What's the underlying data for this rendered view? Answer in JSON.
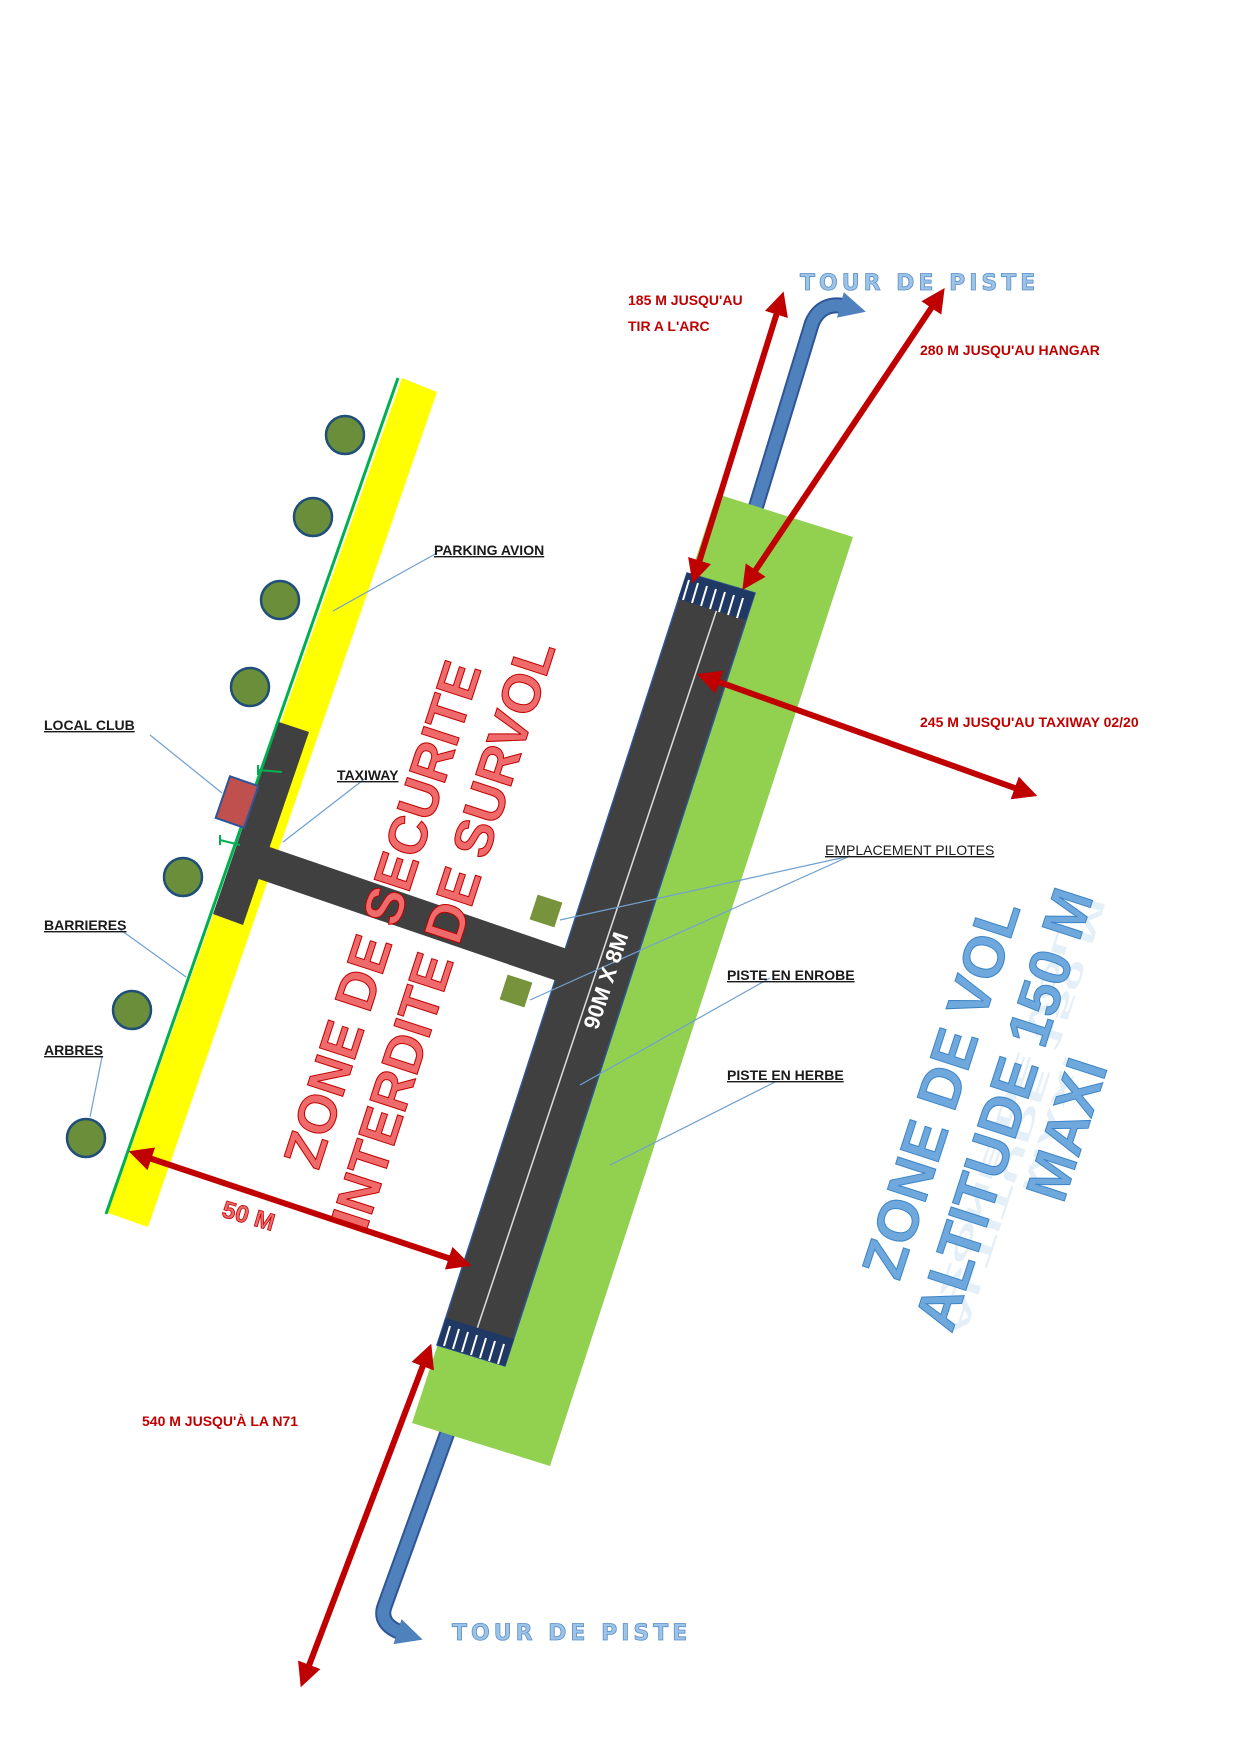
{
  "labels": {
    "parking_avion": "PARKING AVION",
    "local_club": "LOCAL CLUB",
    "taxiway": "TAXIWAY",
    "barrieres": "BARRIERES",
    "arbres": "ARBRES",
    "emplacement_pilotes": "EMPLACEMENT PILOTES",
    "piste_en_enrobe": "PISTE EN ENROBE",
    "piste_en_herbe": "PISTE EN HERBE"
  },
  "distances": {
    "tir_a_larc_line1": "185 M JUSQU'AU",
    "tir_a_larc_line2": "TIR A L'ARC",
    "hangar": "280 M JUSQU'AU HANGAR",
    "taxiway_0220": "245 M JUSQU'AU TAXIWAY 02/20",
    "n71": "540 M JUSQU'À LA N71",
    "fifty_m": "50 M"
  },
  "circuit": {
    "top": "TOUR DE PISTE",
    "bottom": "TOUR DE PISTE"
  },
  "runway_dimensions": "90M X 8M",
  "zones": {
    "securite_line1": "ZONE DE SECURITE",
    "securite_line2": "INTERDITE DE SURVOL",
    "vol_line1": "ZONE DE VOL",
    "vol_line2": "ALTITUDE 150 M",
    "vol_line3": "MAXI"
  },
  "colors": {
    "grass": "#92d050",
    "asphalt": "#404040",
    "parking": "#ffff00",
    "barrier": "#00b050",
    "arrow_red": "#c00000",
    "circuit_blue": "#4f81bd",
    "tree": "#6b8e3a",
    "club": "#c0504d"
  }
}
